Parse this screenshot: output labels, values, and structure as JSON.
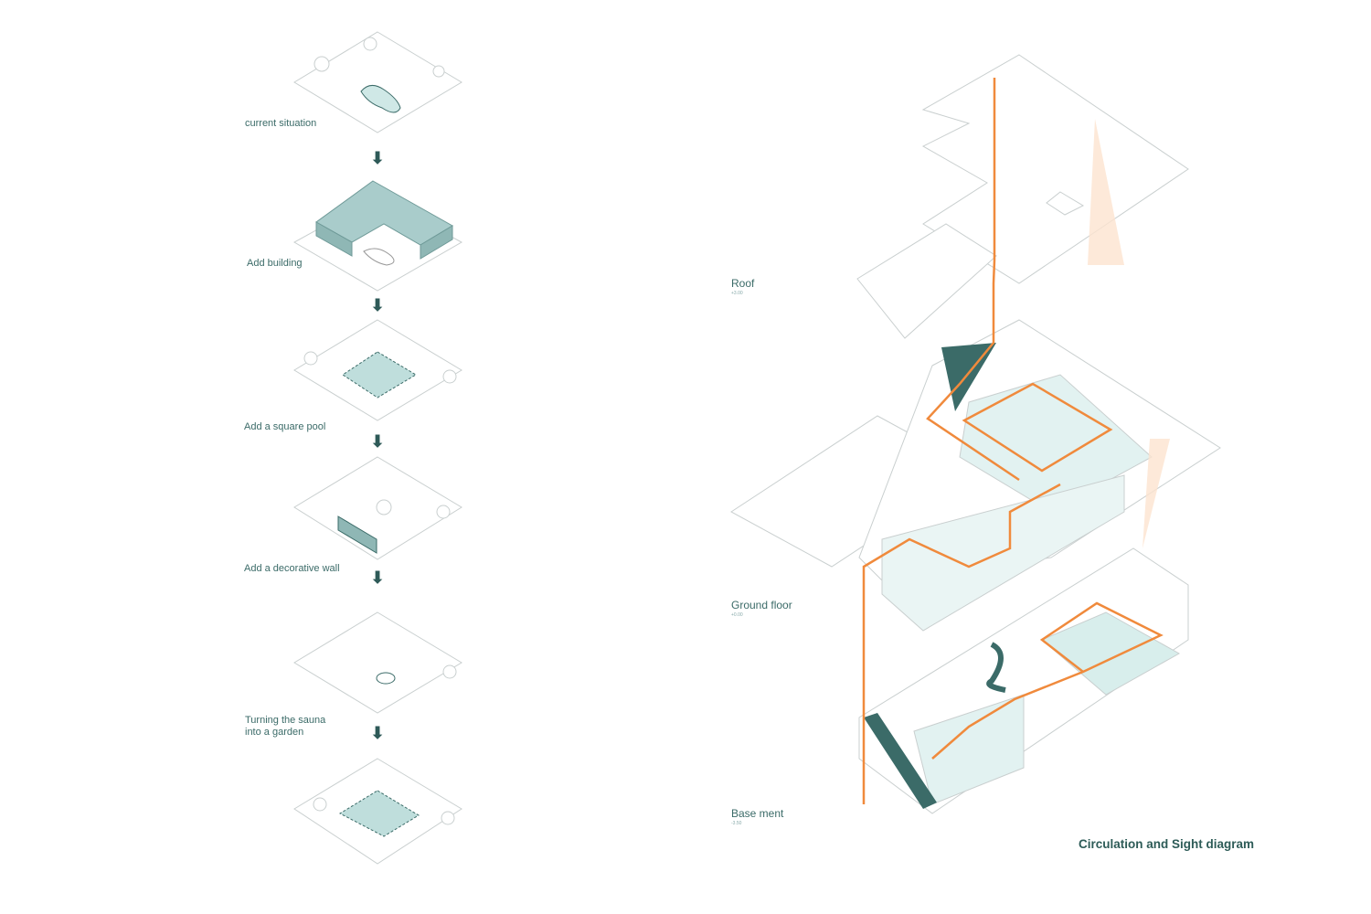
{
  "steps": [
    {
      "label": "current situation"
    },
    {
      "label": "Add building"
    },
    {
      "label": "Add a square pool"
    },
    {
      "label": "Add a decorative wall"
    },
    {
      "label": "Turning the sauna\ninto a garden"
    },
    {
      "label": ""
    }
  ],
  "arrow_glyph": "⬇",
  "floors": [
    {
      "name": "Roof",
      "level": "+3.00"
    },
    {
      "name": "Ground floor",
      "level": "+0.00"
    },
    {
      "name": "Base ment",
      "level": "-3.50"
    }
  ],
  "diagram_title": "Circulation and Sight diagram",
  "colors": {
    "teal": "#3b6b68",
    "pool": "#cfe8e6",
    "building": "#9cc3c1",
    "circulation": "#f08a3c",
    "line": "#c9cfcf"
  }
}
